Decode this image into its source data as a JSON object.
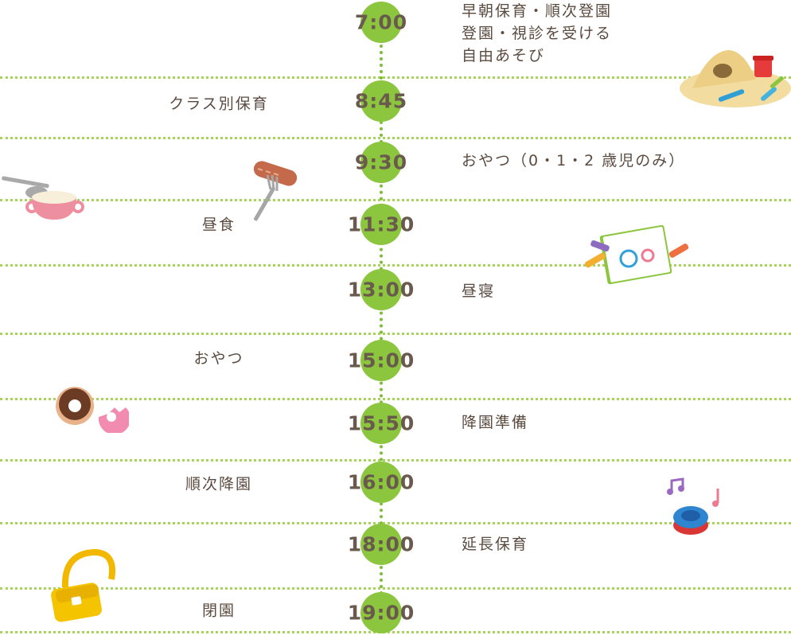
{
  "schedule": [
    {
      "time": "7:00",
      "left": "",
      "right": [
        "早朝保育・順次登園",
        "登園・視診を受ける",
        "自由あそび"
      ]
    },
    {
      "time": "8:45",
      "left": "クラス別保育",
      "right": []
    },
    {
      "time": "9:30",
      "left": "",
      "right": [
        "おやつ（0・1・2 歳児のみ）"
      ]
    },
    {
      "time": "11:30",
      "left": "昼食",
      "right": []
    },
    {
      "time": "13:00",
      "left": "",
      "right": [
        "昼寝"
      ]
    },
    {
      "time": "15:00",
      "left": "おやつ",
      "right": []
    },
    {
      "time": "15:50",
      "left": "",
      "right": [
        "降園準備"
      ]
    },
    {
      "time": "16:00",
      "left": "順次降園",
      "right": []
    },
    {
      "time": "18:00",
      "left": "",
      "right": [
        "延長保育"
      ]
    },
    {
      "time": "19:00",
      "left": "閉園",
      "right": []
    }
  ],
  "illustrations": [
    "sandbox-toys-icon",
    "sausage-fork-icon",
    "soup-cup-icon",
    "sketchbook-crayons-icon",
    "donuts-icon",
    "castanet-music-icon",
    "shoulder-bag-icon"
  ],
  "colors": {
    "accent": "#8cc63e",
    "divider": "#a7d35a",
    "text": "#5a4a3f"
  }
}
